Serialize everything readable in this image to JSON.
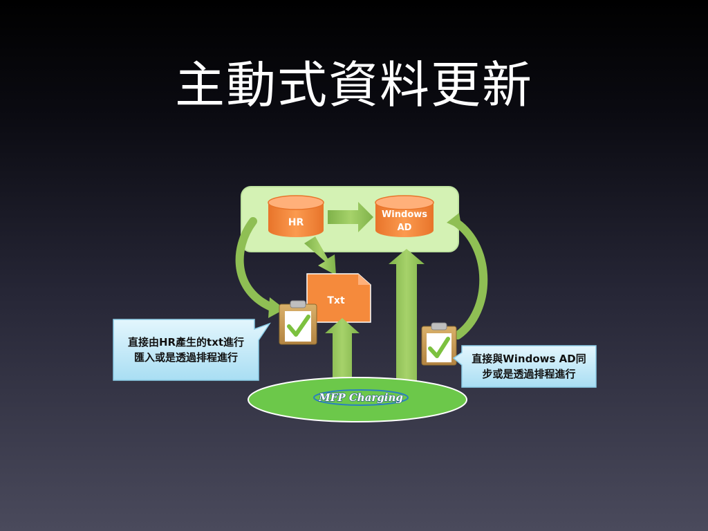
{
  "slide": {
    "title": "主動式資料更新"
  },
  "diagram": {
    "nodes": {
      "hr": "HR",
      "windows_ad_line1": "Windows",
      "windows_ad_line2": "AD",
      "txt": "Txt",
      "mfp": "MFP Charging"
    },
    "callouts": {
      "left_line1": "直接由HR產生的txt進行",
      "left_line2": "匯入或是透過排程進行",
      "right_line1": "直接與Windows AD同",
      "right_line2": "步或是透過排程進行"
    },
    "colors": {
      "group_box": "#d4f2b4",
      "database": "#f58a3c",
      "arrow": "#8fbf54",
      "ellipse": "#6cc84a",
      "callout": "#bfe9f7"
    }
  }
}
